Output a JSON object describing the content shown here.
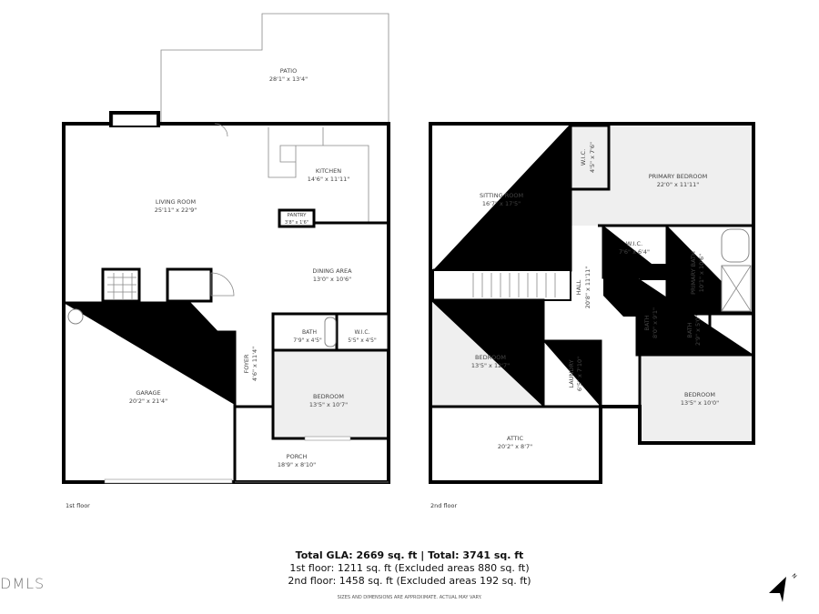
{
  "floors": [
    {
      "label": "1st floor",
      "rooms": [
        {
          "name": "PATIO",
          "dims": "28'1\" x 13'4\""
        },
        {
          "name": "KITCHEN",
          "dims": "14'6\" x 11'11\""
        },
        {
          "name": "LIVING ROOM",
          "dims": "25'11\" x 22'9\""
        },
        {
          "name": "PANTRY",
          "dims": "3'8\" x 1'6\""
        },
        {
          "name": "DINING AREA",
          "dims": "13'0\" x 10'6\""
        },
        {
          "name": "BATH",
          "dims": "7'9\" x 4'5\""
        },
        {
          "name": "W.I.C.",
          "dims": "5'5\" x 4'5\""
        },
        {
          "name": "FOYER",
          "dims": "4'6\" x 11'4\""
        },
        {
          "name": "GARAGE",
          "dims": "20'2\" x 21'4\""
        },
        {
          "name": "BEDROOM",
          "dims": "13'5\" x 10'7\""
        },
        {
          "name": "PORCH",
          "dims": "18'9\" x 8'10\""
        }
      ]
    },
    {
      "label": "2nd floor",
      "rooms": [
        {
          "name": "SITTING ROOM",
          "dims": "16'7\" x 17'5\""
        },
        {
          "name": "W.I.C.",
          "dims": "4'5\" x 7'6\""
        },
        {
          "name": "PRIMARY BEDROOM",
          "dims": "22'0\" x 11'11\""
        },
        {
          "name": "W.I.C.",
          "dims": "7'6\" x 6'4\""
        },
        {
          "name": "PRIMARY BATH",
          "dims": "10'1\" x 10'6\""
        },
        {
          "name": "HALL",
          "dims": "20'8\" x 11'11\""
        },
        {
          "name": "BATH",
          "dims": "8'0\" x 9'1\""
        },
        {
          "name": "BATH",
          "dims": "2'9\" x 5'0\""
        },
        {
          "name": "BEDROOM",
          "dims": "13'5\" x 12'7\""
        },
        {
          "name": "LAUNDRY",
          "dims": "6'5\" x 7'10\""
        },
        {
          "name": "BEDROOM",
          "dims": "13'5\" x 10'0\""
        },
        {
          "name": "ATTIC",
          "dims": "20'2\" x 8'7\""
        }
      ]
    }
  ],
  "summary": {
    "total": "Total GLA: 2669 sq. ft | Total: 3741 sq. ft",
    "floor1": "1st floor: 1211 sq. ft (Excluded areas 880 sq. ft)",
    "floor2": "2nd floor: 1458 sq. ft (Excluded areas 192 sq. ft)",
    "disclaimer": "SIZES AND DIMENSIONS ARE APPROXIMATE. ACTUAL MAY VARY."
  },
  "logo": "DMLS",
  "compass": {
    "label": "N",
    "icon": "north-arrow-icon"
  },
  "colors": {
    "wall": "#000000",
    "room_fill": "#efefef"
  }
}
